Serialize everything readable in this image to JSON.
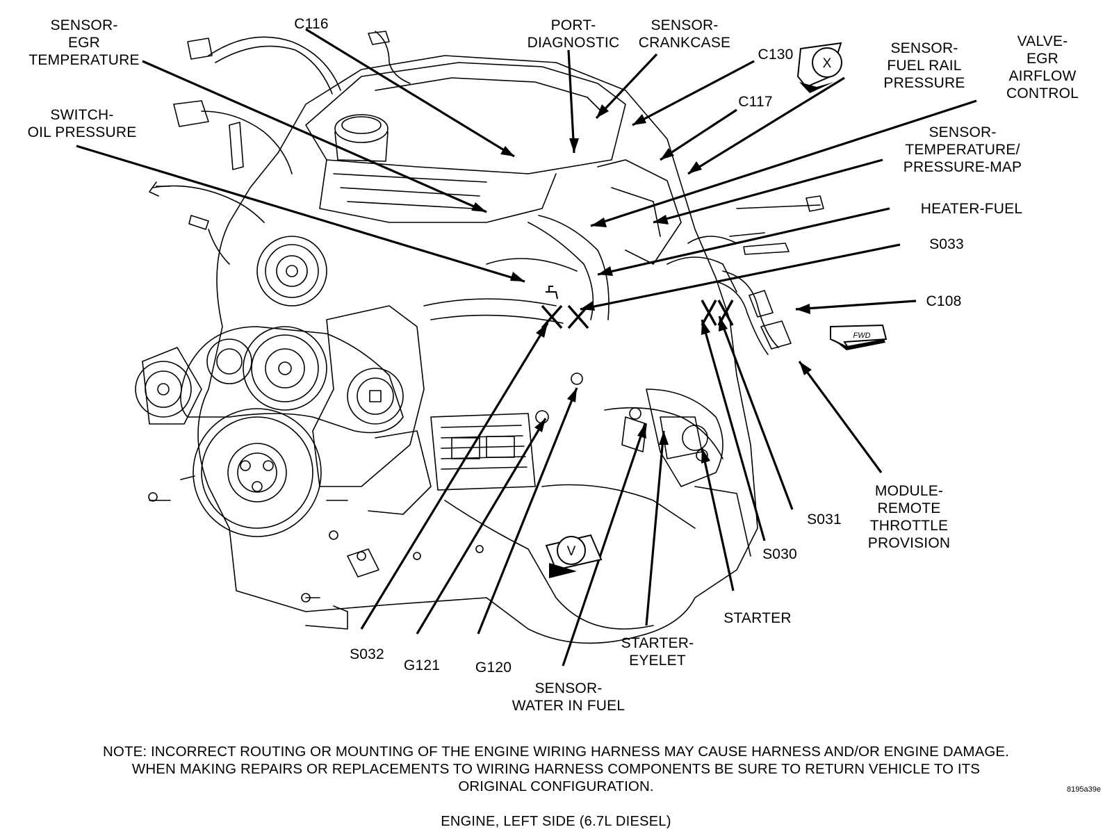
{
  "callouts": [
    {
      "id": "sensor-egr-temperature",
      "lines": [
        "SENSOR-",
        "EGR",
        "TEMPERATURE"
      ]
    },
    {
      "id": "c116",
      "lines": [
        "C116"
      ]
    },
    {
      "id": "port-diagnostic",
      "lines": [
        "PORT-",
        "DIAGNOSTIC"
      ]
    },
    {
      "id": "sensor-crankcase",
      "lines": [
        "SENSOR-",
        "CRANKCASE"
      ]
    },
    {
      "id": "c130",
      "lines": [
        "C130"
      ]
    },
    {
      "id": "sensor-fuel-rail-pressure",
      "lines": [
        "SENSOR-",
        "FUEL RAIL",
        "PRESSURE"
      ]
    },
    {
      "id": "valve-egr-airflow-control",
      "lines": [
        "VALVE-",
        "EGR",
        "AIRFLOW",
        "CONTROL"
      ]
    },
    {
      "id": "c117",
      "lines": [
        "C117"
      ]
    },
    {
      "id": "switch-oil-pressure",
      "lines": [
        "SWITCH-",
        "OIL PRESSURE"
      ]
    },
    {
      "id": "sensor-temperature-pressure-map",
      "lines": [
        "SENSOR-",
        "TEMPERATURE/",
        "PRESSURE-MAP"
      ]
    },
    {
      "id": "heater-fuel",
      "lines": [
        "HEATER-FUEL"
      ]
    },
    {
      "id": "s033",
      "lines": [
        "S033"
      ]
    },
    {
      "id": "c108",
      "lines": [
        "C108"
      ]
    },
    {
      "id": "module-remote-throttle-provision",
      "lines": [
        "MODULE-",
        "REMOTE",
        "THROTTLE",
        "PROVISION"
      ]
    },
    {
      "id": "s031",
      "lines": [
        "S031"
      ]
    },
    {
      "id": "s030",
      "lines": [
        "S030"
      ]
    },
    {
      "id": "starter",
      "lines": [
        "STARTER"
      ]
    },
    {
      "id": "starter-eyelet",
      "lines": [
        "STARTER-",
        "EYELET"
      ]
    },
    {
      "id": "sensor-water-in-fuel",
      "lines": [
        "SENSOR-",
        "WATER IN FUEL"
      ]
    },
    {
      "id": "g120",
      "lines": [
        "G120"
      ]
    },
    {
      "id": "g121",
      "lines": [
        "G121"
      ]
    },
    {
      "id": "s032",
      "lines": [
        "S032"
      ]
    }
  ],
  "view_symbols": {
    "top": "X",
    "bottom": "V",
    "front_arrow": "FWD"
  },
  "note": [
    "NOTE: INCORRECT ROUTING OR MOUNTING OF THE ENGINE WIRING HARNESS MAY CAUSE HARNESS AND/OR ENGINE DAMAGE.",
    "WHEN MAKING REPAIRS OR REPLACEMENTS TO WIRING HARNESS COMPONENTS BE SURE TO RETURN VEHICLE TO ITS",
    "ORIGINAL CONFIGURATION."
  ],
  "figure_ref": "8195a39e",
  "caption": "ENGINE, LEFT SIDE   (6.7L DIESEL)"
}
